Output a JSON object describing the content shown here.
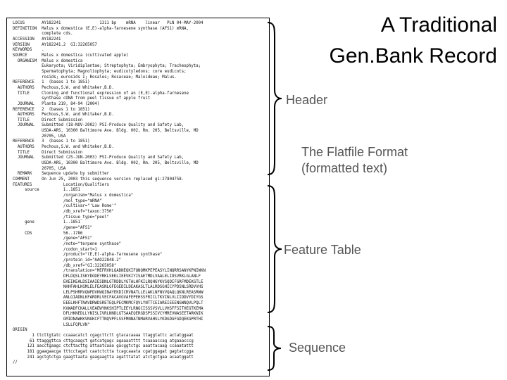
{
  "slide": {
    "title_line1": "A Traditional",
    "title_line2": "Gen.Bank Record"
  },
  "labels": {
    "header": "Header",
    "flatfile_line1": "The Flatfile Format",
    "flatfile_line2": "(formatted text)",
    "feature_table": "Feature Table",
    "sequence": "Sequence"
  },
  "record": {
    "lines": [
      "LOCUS       AY182241                1311 bp    mRNA    linear   PLN 04-MAY-2004",
      "DEFINITION  Malus x domestica (E,E)-alpha-farnesene synthase (AFS1) mRNA,",
      "            complete cds.",
      "ACCESSION   AY182241",
      "VERSION     AY182241.2  GI:32265057",
      "KEYWORDS    .",
      "SOURCE      Malus x domestica (cultivated apple)",
      "  ORGANISM  Malus x domestica",
      "            Eukaryota; Viridiplantae; Streptophyta; Embryophyta; Tracheophyta;",
      "            Spermatophyta; Magnoliophyta; eudicotyledons; core eudicots;",
      "            rosids; eurosids I; Rosales; Rosaceae; Maloideae; Malus.",
      "REFERENCE   1  (bases 1 to 1851)",
      "  AUTHORS   Pechous,S.W. and Whitaker,B.D.",
      "  TITLE     Cloning and functional expression of an (E,E)-alpha-farnesene",
      "            synthase cDNA from peel tissue of apple fruit",
      "  JOURNAL   Planta 219, 84-94 (2004)",
      "REFERENCE   2  (bases 1 to 1851)",
      "  AUTHORS   Pechous,S.W. and Whitaker,B.D.",
      "  TITLE     Direct Submission",
      "  JOURNAL   Submitted (18-NOV-2002) PSI-Produce Quality and Safety Lab,",
      "            USDA-ARS, 10300 Baltimore Ave. Bldg. 002, Rm. 205, Beltsville, MD",
      "            20705, USA",
      "REFERENCE   3  (bases 1 to 1851)",
      "  AUTHORS   Pechous,S.W. and Whitaker,B.D.",
      "  TITLE     Direct Submission",
      "  JOURNAL   Submitted (25-JUN-2003) PSI-Produce Quality and Safety Lab,",
      "            USDA-ARS, 10300 Baltimore Ave. Bldg. 002, Rm. 205, Beltsville, MD",
      "            20705, USA",
      "  REMARK    Sequence update by submitter",
      "COMMENT     On Jun 25, 2003 this sequence version replaced gi:27804758.",
      "FEATURES             Location/Qualifiers",
      "     source          1..1851",
      "                     /organism=\"Malus x domestica\"",
      "                     /mol_type=\"mRNA\"",
      "                     /cultivar=\"'Law Rome'\"",
      "                     /db_xref=\"taxon:3750\"",
      "                     /tissue_type=\"peel\"",
      "     gene            1..1851",
      "                     /gene=\"AFS1\"",
      "     CDS             56..1786",
      "                     /gene=\"AFS1\"",
      "                     /note=\"terpene synthase\"",
      "                     /codon_start=1",
      "                     /product=\"(E,E)-alpha-farnesene synthase\"",
      "                     /protein_id=\"AAO22848.2\"",
      "                     /db_xref=\"GI:32265058\"",
      "                     /translation=\"MEFRVHLQADNEQKIFQNQMKPEPEASYLINQRRSANYKPNIWKN",
      "                     DFLDQSLISKYDGDEYRKLSEKLIEEVKIYISAETMDLVAALELIDSVRKLGLANLF",
      "                     EKEIKEALDSIAAIESDNLGTRDDLYGTALHFKILRQHGYKVSQDIFGRFMDEKGTLE",
      "                     NHHFAHLKGMLELFEASNLGFEGEDILDEAKASLTLALRDSGHICYPDSNLSRDVVHS",
      "                     LELPSHRRVQWFDVKWQINAYEKDICRVNATLLELAKLNFNVVQAQLQKNLREASRWW",
      "                     ANLGIADNLKFARDRLVECFACAVGVAFEPEHSSFRICLTKVINLVLIIDDVYDIYGS",
      "                     EEELKHFTNAVDRWDSRETEQLPECMKMCFQVLYNTTCEIAREIEEENGWNQVLPQLT",
      "                     KVWADFCKALLVEAEWYNKSHIPTLEEYLRNGCISSSVSVLLVHSFFSITHEGTKEMA",
      "                     DFLHKNEDLLYNISLIVRLNNDLGTSAAEQERGDSPSSIVCYMREVNASEETARKNIK",
      "                     GMIDNAWKKVNGKCFTTNQVPFLSSFMNNATNMARVAHSLYKDGDGFGDQEKGPRTHI",
      "                     LSLLFQPLVN\"",
      "ORIGIN",
      "        1 ttcttgtatc ccaaacatct cgagcttctt gtacacaaaa ttaggtattc actatggaat",
      "       61 ttagggttca cttgcaagct gatcatgagc agaaaatttt tcaaaaccag atgaaacccg",
      "      121 aacctgaagc ctcttacttg attaatcaaa gacggtctgc aaattacaag ccaaatattt",
      "      181 ggaagaacga tttcctagat caatctctta tcagcaaata cgatggagat gagtatcgga",
      "      241 agctgtctga gaagttaata gaagaagtta agatttatat atctgctgaa acaatggatt",
      "//"
    ]
  }
}
